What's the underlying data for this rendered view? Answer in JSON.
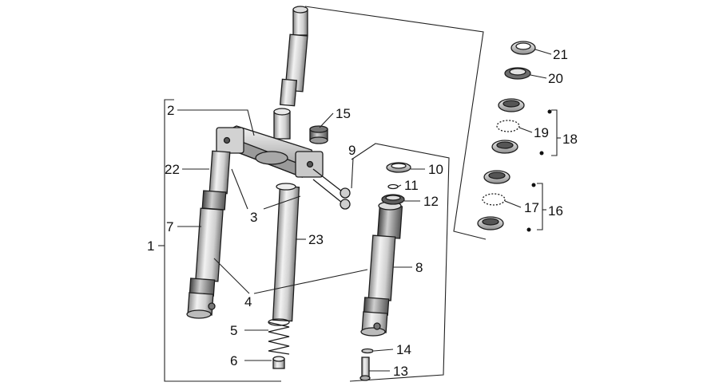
{
  "callouts": [
    {
      "id": "c1",
      "text": "1"
    },
    {
      "id": "c2",
      "text": "2"
    },
    {
      "id": "c3",
      "text": "3"
    },
    {
      "id": "c4",
      "text": "4"
    },
    {
      "id": "c5",
      "text": "5"
    },
    {
      "id": "c6",
      "text": "6"
    },
    {
      "id": "c7",
      "text": "7"
    },
    {
      "id": "c8",
      "text": "8"
    },
    {
      "id": "c9",
      "text": "9"
    },
    {
      "id": "c10",
      "text": "10"
    },
    {
      "id": "c11",
      "text": "11"
    },
    {
      "id": "c12",
      "text": "12"
    },
    {
      "id": "c13",
      "text": "13"
    },
    {
      "id": "c14",
      "text": "14"
    },
    {
      "id": "c15",
      "text": "15"
    },
    {
      "id": "c16",
      "text": "16"
    },
    {
      "id": "c17",
      "text": "17"
    },
    {
      "id": "c18",
      "text": "18"
    },
    {
      "id": "c19",
      "text": "19"
    },
    {
      "id": "c20",
      "text": "20"
    },
    {
      "id": "c21",
      "text": "21"
    },
    {
      "id": "c22",
      "text": "22"
    },
    {
      "id": "c23",
      "text": "23"
    }
  ],
  "colors": {
    "line": "#222222",
    "metal_light": "#e6e6e6",
    "metal_mid": "#b8b8b8",
    "metal_dark": "#6a6a6a",
    "ink": "#111111"
  }
}
